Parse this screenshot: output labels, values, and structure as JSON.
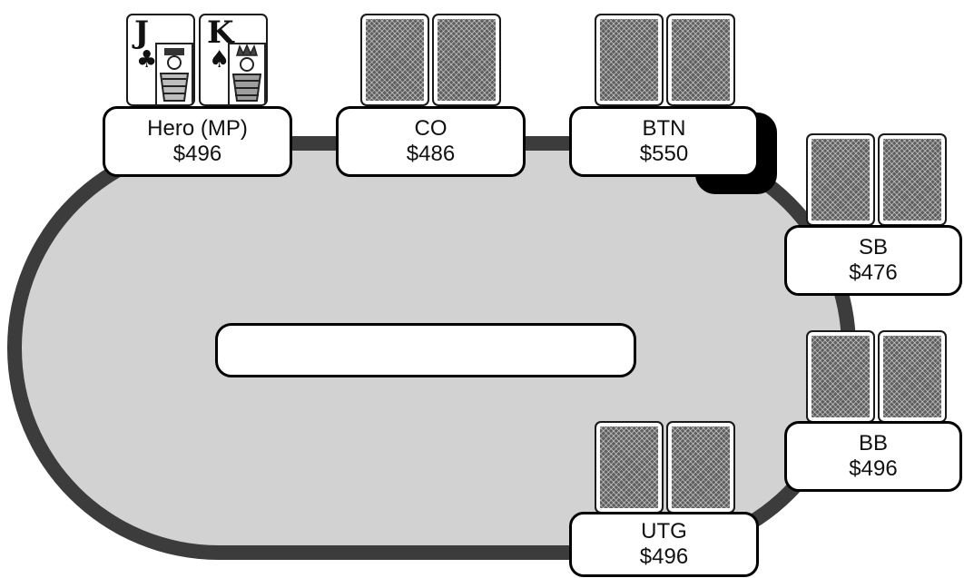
{
  "seats": {
    "hero": {
      "name": "Hero (MP)",
      "stack": "$496"
    },
    "co": {
      "name": "CO",
      "stack": "$486"
    },
    "btn": {
      "name": "BTN",
      "stack": "$550"
    },
    "sb": {
      "name": "SB",
      "stack": "$476"
    },
    "bb": {
      "name": "BB",
      "stack": "$496"
    },
    "utg": {
      "name": "UTG",
      "stack": "$496"
    }
  },
  "hero_cards": [
    {
      "rank": "J",
      "suit": "♣",
      "suit_name": "clubs"
    },
    {
      "rank": "K",
      "suit": "♠",
      "suit_name": "spades"
    }
  ],
  "pot": "",
  "colors": {
    "felt": "#d2d2d2",
    "rail": "#3c3c3c",
    "card_back": "#5e5e5e",
    "dealer_button": "#000000"
  }
}
